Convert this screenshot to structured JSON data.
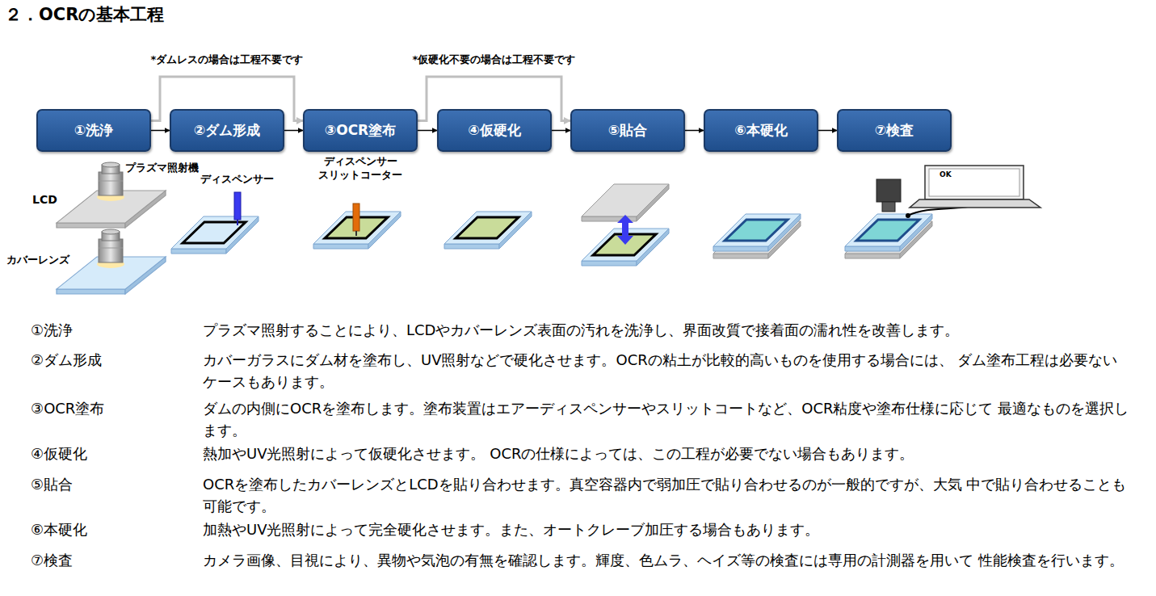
{
  "diagram": {
    "title": "２．OCRの基本工程",
    "nodes": [
      {
        "text": [
          "①洗浄"
        ]
      },
      {
        "text": [
          "②ダム形成"
        ]
      },
      {
        "text": [
          "③OCR塗布"
        ]
      },
      {
        "text": [
          "④仮硬化"
        ]
      },
      {
        "text": [
          "⑤貼合"
        ]
      },
      {
        "text": [
          "⑥本硬化"
        ]
      },
      {
        "text": [
          "⑦検査"
        ]
      }
    ],
    "edges": [
      {
        "from": 0,
        "to": 1,
        "arrow": "to"
      },
      {
        "from": 1,
        "to": 2,
        "arrow": "to"
      },
      {
        "from": 2,
        "to": 3,
        "arrow": "to"
      },
      {
        "from": 3,
        "to": 4,
        "arrow": "to"
      },
      {
        "from": 4,
        "to": 5,
        "arrow": "to"
      },
      {
        "from": 5,
        "to": 6,
        "arrow": "to"
      },
      {
        "from": 0,
        "to": 2,
        "arrow": "to",
        "label": "*ダムレスの場合は工程不要です"
      },
      {
        "from": 2,
        "to": 4,
        "arrow": "to",
        "label": "*仮硬化不要の場合は工程不要です"
      }
    ],
    "labels": [
      "プラズマ照射機",
      "LCD",
      "カバーレンズ",
      "ディスペンサー",
      "ディスペンサー スリットコーター",
      "OK",
      "①洗浄",
      "プラズマ照射することにより、LCDやカバーレンズ表面の汚れを洗浄し、界面改質で接着面の濡れ性を改善します。",
      "②ダム形成",
      "カバーガラスにダム材を塗布し、UV照射などで硬化させます。OCRの粘土が比較的高いものを使用する場合には、 ダム塗布工程は必要ないケースもあります。",
      "③OCR塗布",
      "ダムの内側にOCRを塗布します。塗布装置はエアーディスペンサーやスリットコートなど、OCR粘度や塗布仕様に応じて 最適なものを選択します。",
      "④仮硬化",
      "熱加やUV光照射によって仮硬化させます。 OCRの仕様によっては、この工程が必要でない場合もあります。",
      "⑤貼合",
      "OCRを塗布したカバーレンズとLCDを貼り合わせます。真空容器内で弱加圧で貼り合わせるのが一般的ですが、大気 中で貼り合わせることも可能です。",
      "⑥本硬化",
      "加熱やUV光照射によって完全硬化させます。また、オートクレーブ加圧する場合もあります。",
      "⑦検査",
      "カメラ画像、目視により、異物や気泡の有無を確認します。輝度、色ムラ、ヘイズ等の検査には専用の計測器を用いて 性能検査を行います。"
    ]
  }
}
